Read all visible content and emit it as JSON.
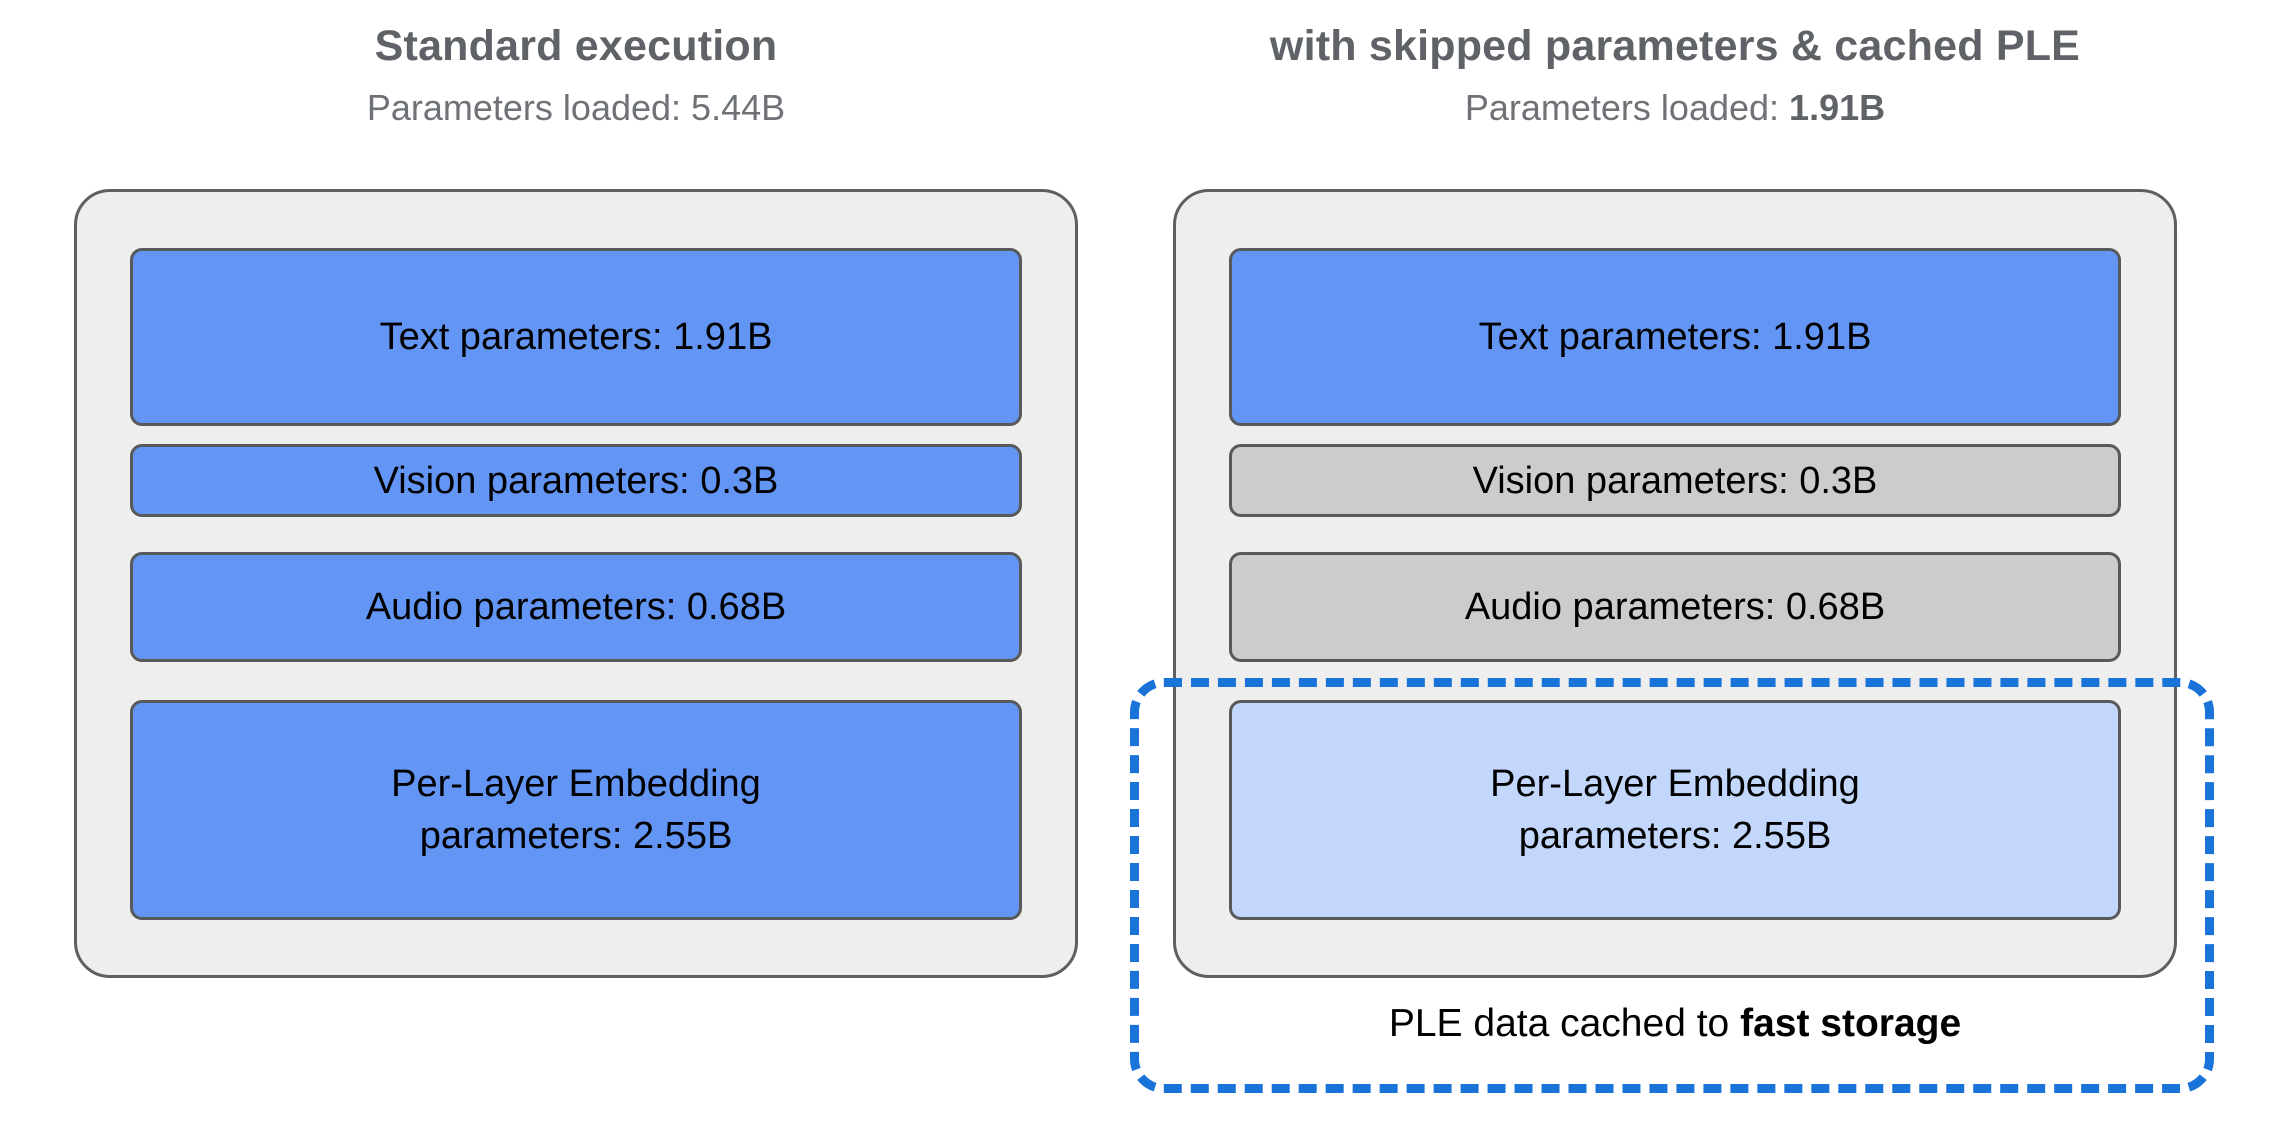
{
  "panels": [
    {
      "id": "standard",
      "title": "Standard execution",
      "subtitle_label": "Parameters loaded: ",
      "subtitle_value": "5.44B",
      "subtitle_value_bold": false,
      "blocks": [
        {
          "name": "text",
          "label": "Text parameters: 1.91B",
          "state": "loaded"
        },
        {
          "name": "vision",
          "label": "Vision parameters: 0.3B",
          "state": "loaded"
        },
        {
          "name": "audio",
          "label": "Audio parameters: 0.68B",
          "state": "loaded"
        },
        {
          "name": "ple",
          "line1": "Per-Layer Embedding",
          "line2": "parameters: 2.55B",
          "state": "loaded"
        }
      ]
    },
    {
      "id": "optimized",
      "title": "with skipped parameters & cached PLE",
      "subtitle_label": "Parameters loaded: ",
      "subtitle_value": "1.91B",
      "subtitle_value_bold": true,
      "blocks": [
        {
          "name": "text",
          "label": "Text parameters: 1.91B",
          "state": "loaded"
        },
        {
          "name": "vision",
          "label": "Vision parameters: 0.3B",
          "state": "skipped"
        },
        {
          "name": "audio",
          "label": "Audio parameters: 0.68B",
          "state": "skipped"
        },
        {
          "name": "ple",
          "line1": "Per-Layer Embedding",
          "line2": "parameters: 2.55B",
          "state": "cached"
        }
      ]
    }
  ],
  "cache_region": {
    "caption_prefix": "PLE data cached to ",
    "caption_emphasis": "fast storage"
  },
  "colors": {
    "loaded_fill": "#6395f5",
    "skipped_fill": "#cccccc",
    "cached_fill": "#c2d7fb",
    "container_fill": "#eeeeee",
    "border": "#58595b",
    "dash_accent": "#1a73d9",
    "title_text": "#5f6368"
  }
}
